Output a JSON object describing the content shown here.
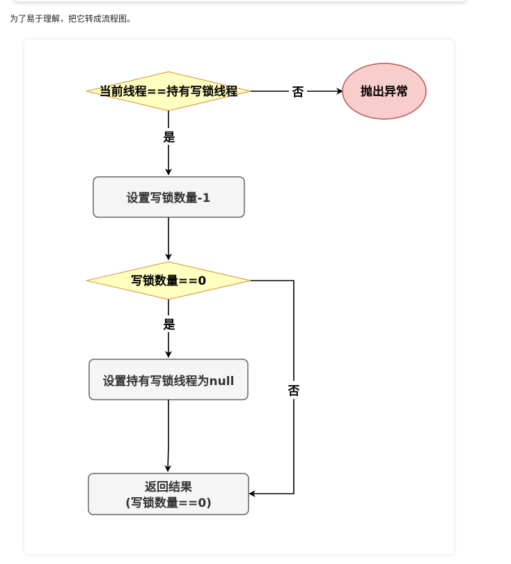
{
  "intro_text": "为了易于理解，把它转成流程图。",
  "flowchart": {
    "decision_owner": "当前线程==持有写锁线程",
    "throw_exception": "抛出异常",
    "set_count": "设置写锁数量-1",
    "decision_zero": "写锁数量==0",
    "set_owner_null": "设置持有写锁线程为null",
    "return_line1": "返回结果",
    "return_line2": "(写锁数量==0)",
    "yes_label_1": "是",
    "no_label_1": "否",
    "yes_label_2": "是",
    "no_label_2": "否"
  },
  "colors": {
    "decision_fill": "#ffffc0",
    "decision_stroke": "#d7a24a",
    "process_fill": "#f5f5f5",
    "process_stroke": "#666666",
    "exception_fill": "#f8cecc",
    "exception_stroke": "#b85450",
    "arrow": "#000000"
  }
}
